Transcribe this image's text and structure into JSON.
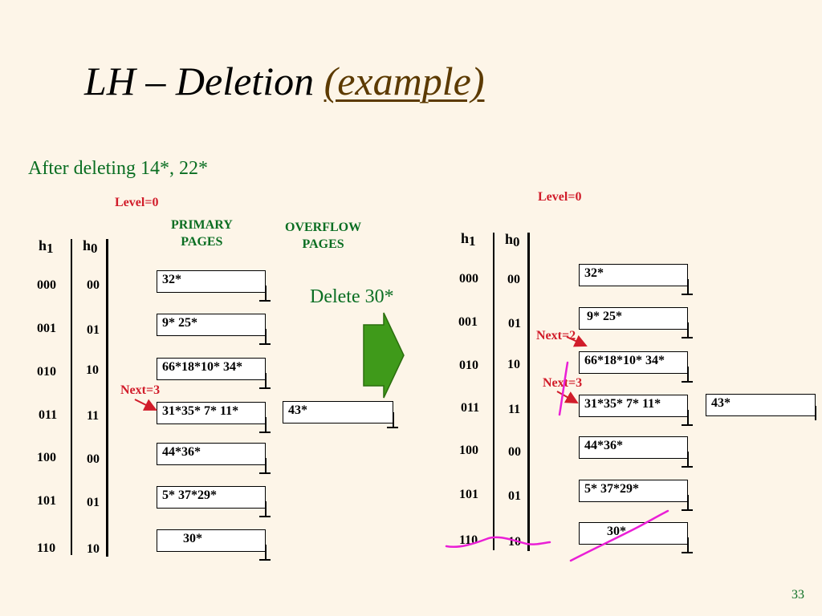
{
  "slide": {
    "title_main": "LH – Deletion ",
    "title_link": "(example)",
    "subtitle": "After deleting 14*, 22*",
    "action": "Delete 30*",
    "page_number": "33"
  },
  "left": {
    "level": "Level=0",
    "primary_header": "PRIMARY\nPAGES",
    "overflow_header": "OVERFLOW\nPAGES",
    "h1_label": "h",
    "h1_sub": "1",
    "h0_label": "h",
    "h0_sub": "0",
    "next": "Next=3",
    "rows": [
      {
        "h1": "000",
        "h0": "00",
        "page": "32*",
        "overflow": ""
      },
      {
        "h1": "001",
        "h0": "01",
        "page": "9* 25*",
        "overflow": ""
      },
      {
        "h1": "010",
        "h0": "10",
        "page": "66*18*10* 34*",
        "overflow": ""
      },
      {
        "h1": "011",
        "h0": "11",
        "page": "31*35* 7*  11*",
        "overflow": "43*"
      },
      {
        "h1": "100",
        "h0": "00",
        "page": "44*36*",
        "overflow": ""
      },
      {
        "h1": "101",
        "h0": "01",
        "page": "5*  37*29*",
        "overflow": ""
      },
      {
        "h1": "110",
        "h0": "10",
        "page": "30*",
        "overflow": ""
      }
    ]
  },
  "right": {
    "level": "Level=0",
    "h1_label": "h",
    "h1_sub": "1",
    "h0_label": "h",
    "h0_sub": "0",
    "next_old": "Next=2",
    "next_new": "Next=3",
    "rows": [
      {
        "h1": "000",
        "h0": "00",
        "page": "32*",
        "overflow": ""
      },
      {
        "h1": "001",
        "h0": "01",
        "page": "9* 25*",
        "overflow": ""
      },
      {
        "h1": "010",
        "h0": "10",
        "page": "66*18*10* 34*",
        "overflow": ""
      },
      {
        "h1": "011",
        "h0": "11",
        "page": "31*35* 7*   11*",
        "overflow": "43*"
      },
      {
        "h1": "100",
        "h0": "00",
        "page": "44*36*",
        "overflow": ""
      },
      {
        "h1": "101",
        "h0": "01",
        "page": "5*  37*29*",
        "overflow": ""
      },
      {
        "h1": "110",
        "h0": "10",
        "page": "30*",
        "overflow": ""
      }
    ]
  },
  "colors": {
    "background": "#fdf5e8",
    "green_text": "#0a6e22",
    "red_text": "#d11c2a",
    "arrow_fill": "#3f9a1a",
    "ink_annotation": "#ea1fd6"
  }
}
